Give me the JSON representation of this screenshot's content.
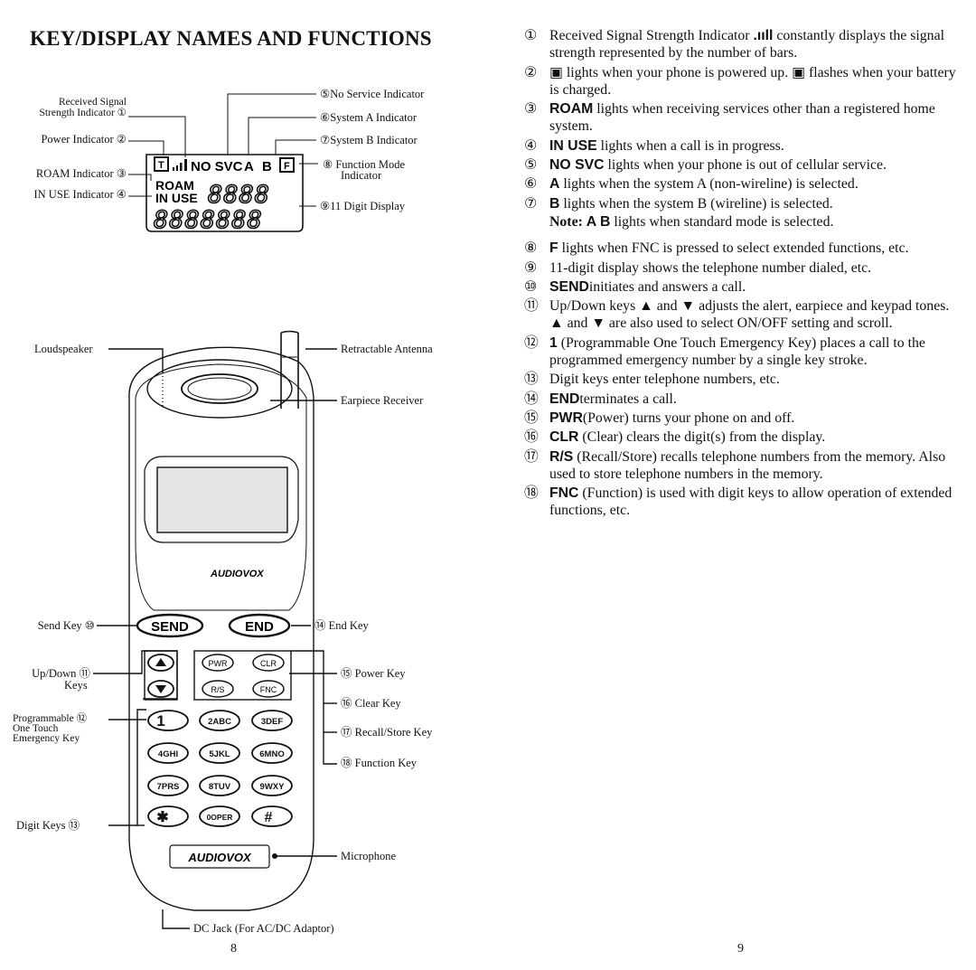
{
  "left": {
    "title": "KEY/DISPLAY NAMES AND FUNCTIONS",
    "page_number": "8",
    "display_labels": {
      "signal_1": "Received Signal",
      "signal_2": "Strength Indicator ①",
      "power": "Power Indicator ②",
      "roam": "ROAM Indicator ③",
      "inuse": "IN USE Indicator ④",
      "nosvc": "⑤No Service Indicator",
      "sysa": "⑥System A Indicator",
      "sysb": "⑦System B Indicator",
      "fn_1": "⑧ Function Mode",
      "fn_2": "Indicator",
      "digits": "⑨11 Digit Display"
    },
    "display_text": {
      "nosvc": "NO SVC",
      "a": "A",
      "b": "B",
      "roam": "ROAM",
      "inuse": "IN USE",
      "row1": "8888",
      "row2": "8888888"
    },
    "phone_labels": {
      "loudspeaker": "Loudspeaker",
      "antenna": "Retractable Antenna",
      "earpiece": "Earpiece Receiver",
      "send_key": "Send Key ⑩",
      "end_key": "⑭ End Key",
      "updown_1": "Up/Down ⑪",
      "updown_2": "Keys",
      "power_key": "⑮ Power Key",
      "clear_key": "⑯ Clear Key",
      "recall_key": "⑰ Recall/Store Key",
      "function_key": "⑱ Function Key",
      "prog_1": "Programmable ⑫",
      "prog_2": "One Touch",
      "prog_3": "Emergency Key",
      "digit_keys": "Digit Keys ⑬",
      "microphone": "Microphone",
      "dc_jack": "DC Jack (For AC/DC Adaptor)"
    },
    "phone_text": {
      "brand": "AUDIOVOX",
      "brand_bottom": "AUDIOVOX",
      "send": "SEND",
      "end": "END",
      "pwr": "PWR",
      "clr": "CLR",
      "rs": "R/S",
      "fnc": "FNC",
      "k1": "1",
      "k2": "2ABC",
      "k3": "3DEF",
      "k4": "4GHI",
      "k5": "5JKL",
      "k6": "6MNO",
      "k7": "7PRS",
      "k8": "8TUV",
      "k9": "9WXY",
      "kstar": "✱",
      "k0": "0OPER",
      "khash": "#"
    }
  },
  "right": {
    "page_number": "9",
    "items": [
      {
        "n": "①",
        "a": "Received Signal Strength Indicator ",
        "g": ".ııll",
        "b": " constantly displays the signal strength represented by the number of bars."
      },
      {
        "n": "②",
        "a": "",
        "g": "▣",
        "b": " lights when your phone is powered up. ▣ flashes when your battery is charged."
      },
      {
        "n": "③",
        "a": "",
        "g": "ROAM",
        "b": " lights when receiving services other than a registered home system."
      },
      {
        "n": "④",
        "a": "",
        "g": "IN USE",
        "b": " lights when a call is in progress."
      },
      {
        "n": "⑤",
        "a": "",
        "g": "NO SVC",
        "b": " lights when your phone is out of cellular service."
      },
      {
        "n": "⑥",
        "a": "",
        "g": "A",
        "b": " lights when the system A (non-wireline) is selected."
      },
      {
        "n": "⑦",
        "a": "",
        "g": "B",
        "b": " lights when the system B (wireline) is selected."
      },
      {
        "n": "⑧",
        "a": "",
        "g": "F",
        "b": " lights when FNC is pressed to select extended functions, etc."
      },
      {
        "n": "⑨",
        "a": "11-digit display shows the telephone number dialed, etc.",
        "g": "",
        "b": ""
      },
      {
        "n": "⑩",
        "a": "",
        "g": "SEND",
        "b": "initiates and answers a call."
      },
      {
        "n": "⑪",
        "a": "Up/Down keys ▲ and ▼ adjusts the alert, earpiece and keypad tones. ▲ and ▼ are also used to select ON/OFF setting and scroll.",
        "g": "",
        "b": ""
      },
      {
        "n": "⑫",
        "a": "",
        "g": "1",
        "b": " (Programmable One Touch Emergency Key) places a call to the programmed emergency number by a single key stroke."
      },
      {
        "n": "⑬",
        "a": "Digit keys enter telephone numbers, etc.",
        "g": "",
        "b": ""
      },
      {
        "n": "⑭",
        "a": "",
        "g": "END",
        "b": "terminates a call."
      },
      {
        "n": "⑮",
        "a": "",
        "g": "PWR",
        "b": "(Power) turns your phone on and off."
      },
      {
        "n": "⑯",
        "a": "",
        "g": "CLR",
        "b": " (Clear) clears the digit(s) from the display."
      },
      {
        "n": "⑰",
        "a": "",
        "g": "R/S",
        "b": " (Recall/Store) recalls telephone numbers from the memory. Also used to store telephone numbers in the memory."
      },
      {
        "n": "⑱",
        "a": "",
        "g": "FNC",
        "b": " (Function) is used with digit keys to allow operation of extended functions, etc."
      }
    ],
    "note_label": "Note: ",
    "note_glyph": "A B",
    "note_text": " lights when standard mode is selected."
  }
}
